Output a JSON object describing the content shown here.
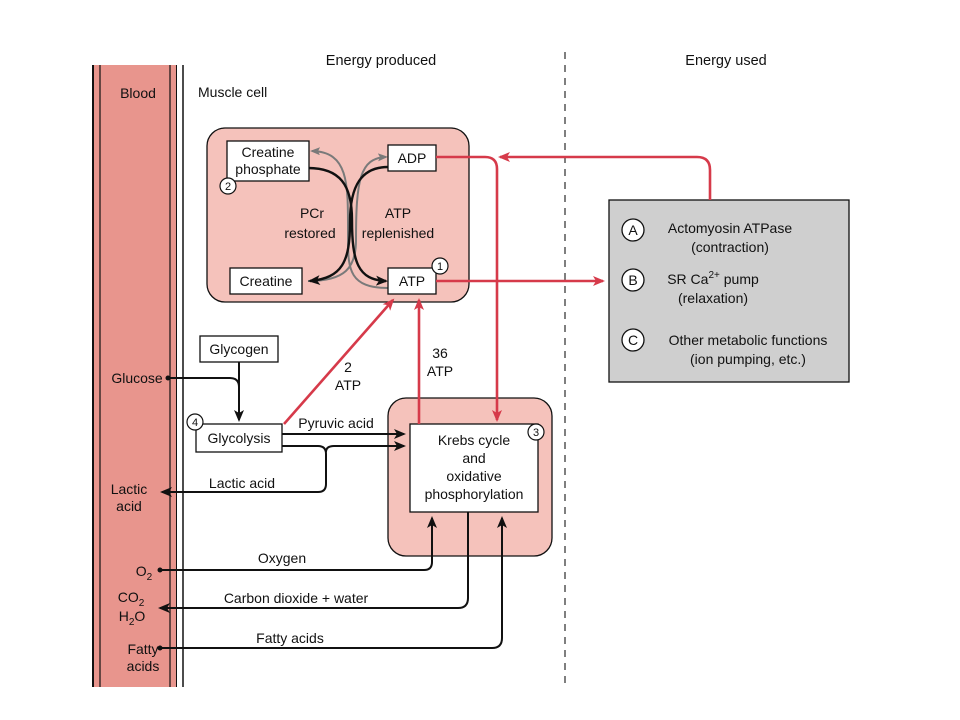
{
  "headers": {
    "energy_produced": "Energy produced",
    "energy_used": "Energy used"
  },
  "regions": {
    "blood": "Blood",
    "muscle_cell": "Muscle cell"
  },
  "boxes": {
    "creatine_phosphate": [
      "Creatine",
      "phosphate"
    ],
    "adp": "ADP",
    "creatine": "Creatine",
    "atp": "ATP",
    "glycogen": "Glycogen",
    "glycolysis": "Glycolysis",
    "krebs": [
      "Krebs cycle",
      "and",
      "oxidative",
      "phosphorylation"
    ]
  },
  "badges": {
    "atp": "1",
    "creatine_phosphate": "2",
    "krebs": "3",
    "glycolysis": "4"
  },
  "cycle_labels": {
    "pcr_restored": [
      "PCr",
      "restored"
    ],
    "atp_replenished": [
      "ATP",
      "replenished"
    ]
  },
  "yields": {
    "glycolysis": [
      "2",
      "ATP"
    ],
    "oxidative": [
      "36",
      "ATP"
    ]
  },
  "flow_labels": {
    "pyruvic_acid": "Pyruvic acid",
    "lactic_acid": "Lactic acid",
    "oxygen": "Oxygen",
    "co2_water": "Carbon dioxide + water",
    "fatty_acids": "Fatty acids"
  },
  "blood_labels": {
    "glucose": "Glucose",
    "lactic_acid": [
      "Lactic",
      "acid"
    ],
    "o2": {
      "base": "O",
      "sub": "2"
    },
    "co2": {
      "base": "CO",
      "sub": "2"
    },
    "h2o": {
      "pre": "H",
      "sub": "2",
      "post": "O"
    },
    "fatty_acids": [
      "Fatty",
      "acids"
    ]
  },
  "energy_used": [
    {
      "letter": "A",
      "line1": "Actomyosin ATPase",
      "line2": "(contraction)"
    },
    {
      "letter": "B",
      "line1_pre": "SR Ca",
      "line1_sup": "2+",
      "line1_post": " pump",
      "line2": "(relaxation)"
    },
    {
      "letter": "C",
      "line1": "Other metabolic functions",
      "line2": "(ion pumping, etc.)"
    }
  ],
  "colors": {
    "blood_fill": "#e8958d",
    "compartment_fill": "#f5c2bb",
    "energy_panel_fill": "#cfcfcf",
    "red_arrow": "#d63a4a",
    "gray_arrow": "#7a7a7a",
    "black": "#111111"
  }
}
